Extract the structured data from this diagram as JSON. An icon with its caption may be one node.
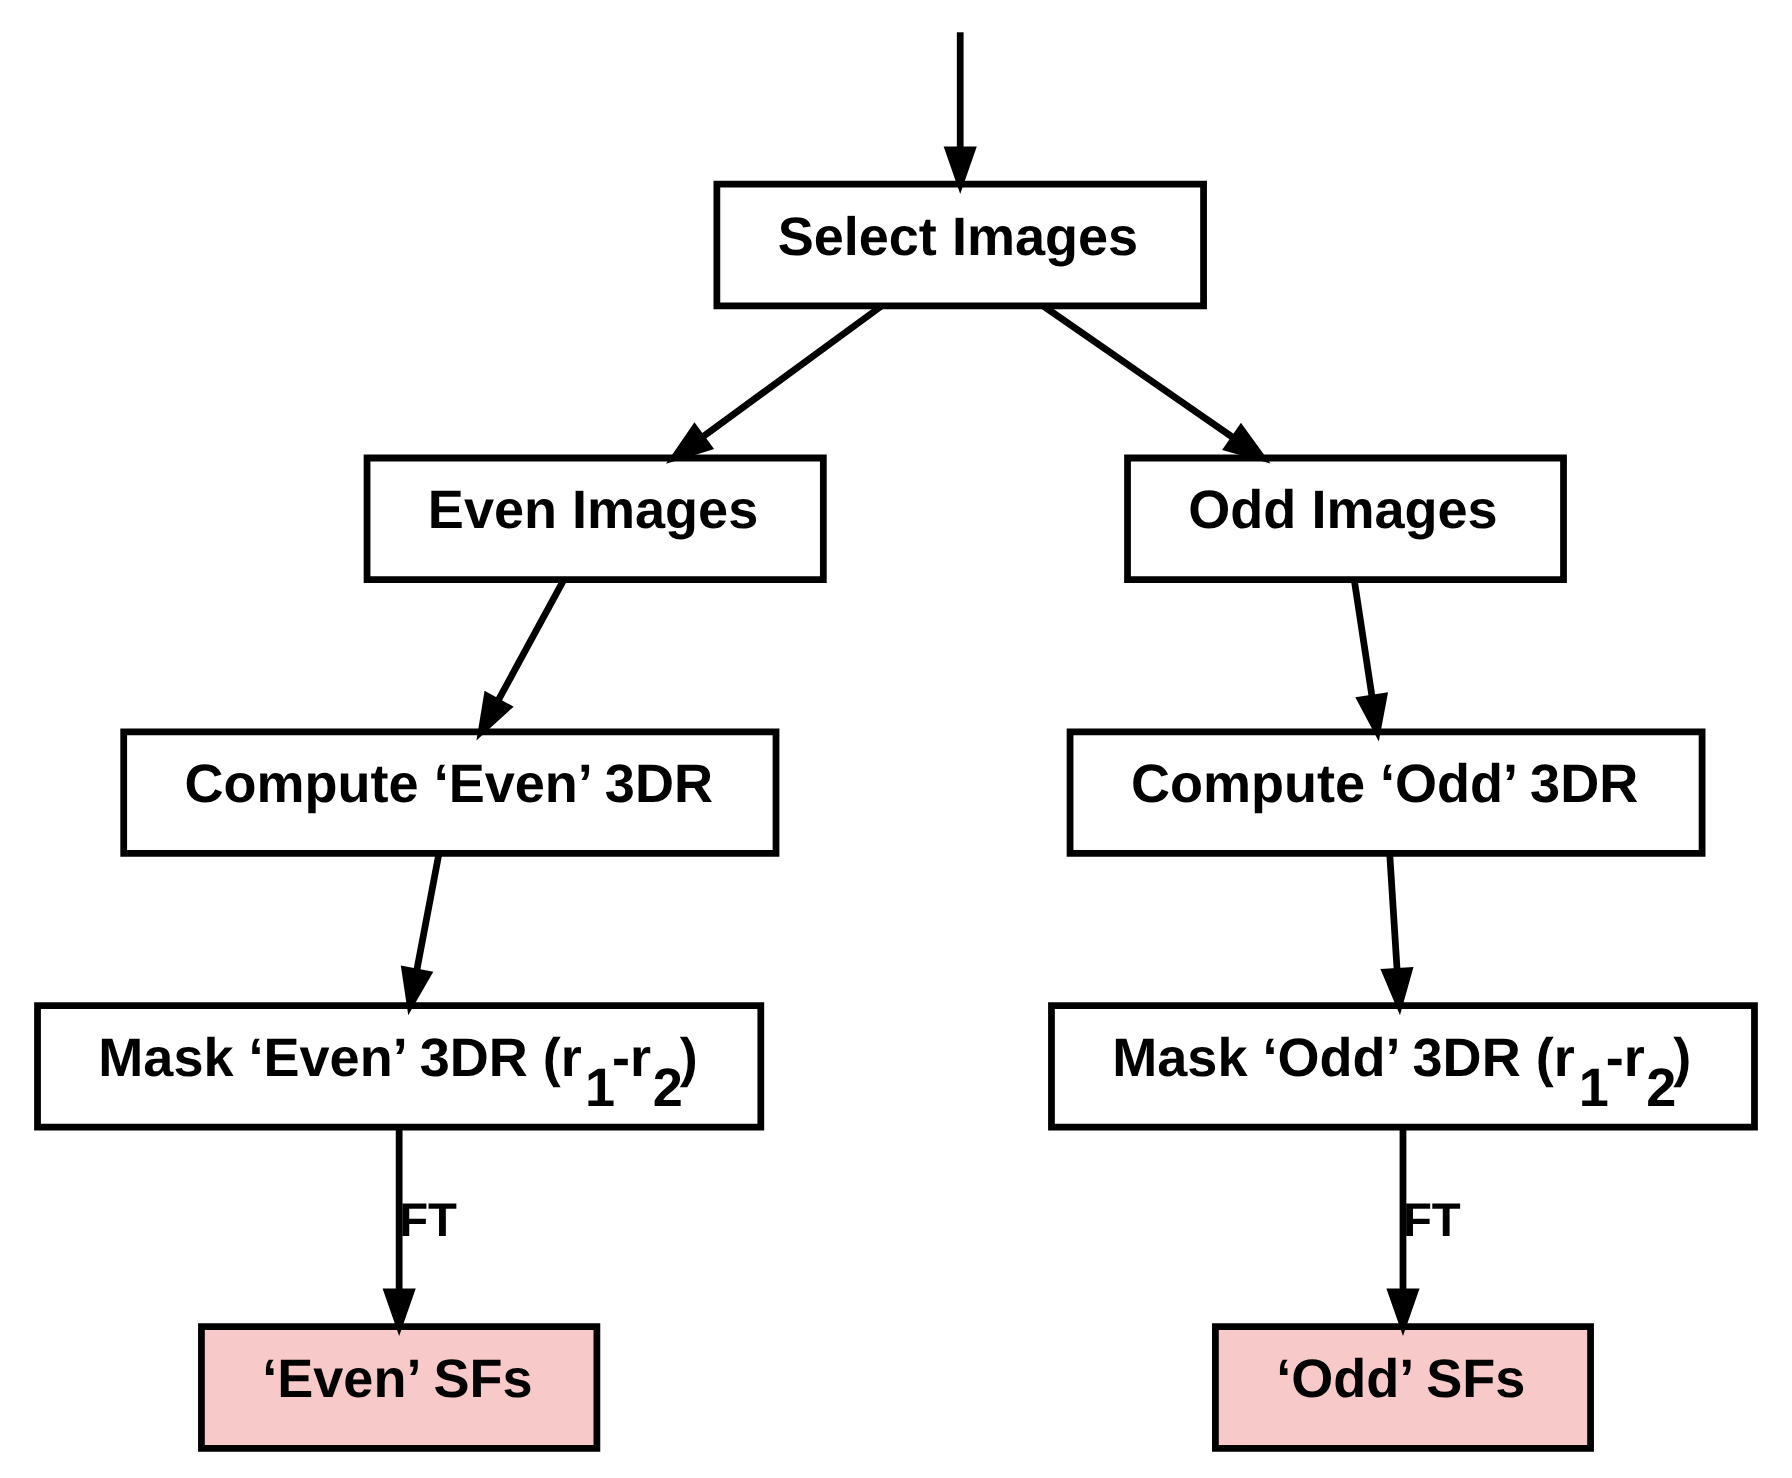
{
  "diagram": {
    "nodes": [
      {
        "text": [
          "Select Images"
        ]
      },
      {
        "text": [
          "Even Images"
        ]
      },
      {
        "text": [
          "Odd Images"
        ]
      },
      {
        "text": [
          "Compute ‘Even’ 3DR"
        ]
      },
      {
        "text": [
          "Compute ‘Odd’ 3DR"
        ]
      },
      {
        "text": [
          "Mask ‘Even’ 3DR (r$_{1}$-r$_{2}$)"
        ]
      },
      {
        "text": [
          "Mask ‘Odd’ 3DR (r$_{1}$-r$_{2}$)"
        ]
      },
      {
        "text": [
          "‘Even’ SFs"
        ]
      },
      {
        "text": [
          "‘Odd’ SFs"
        ]
      }
    ],
    "edges": [
      {
        "from": null,
        "to": 0,
        "arrow": "to"
      },
      {
        "from": 0,
        "to": 1,
        "arrow": "to"
      },
      {
        "from": 0,
        "to": 2,
        "arrow": "to"
      },
      {
        "from": 1,
        "to": 3,
        "arrow": "to"
      },
      {
        "from": 2,
        "to": 4,
        "arrow": "to"
      },
      {
        "from": 3,
        "to": 5,
        "arrow": "to"
      },
      {
        "from": 4,
        "to": 6,
        "arrow": "to"
      },
      {
        "from": 5,
        "to": 7,
        "arrow": "to",
        "label": "FT"
      },
      {
        "from": 6,
        "to": 8,
        "arrow": "to",
        "label": "FT"
      }
    ]
  }
}
